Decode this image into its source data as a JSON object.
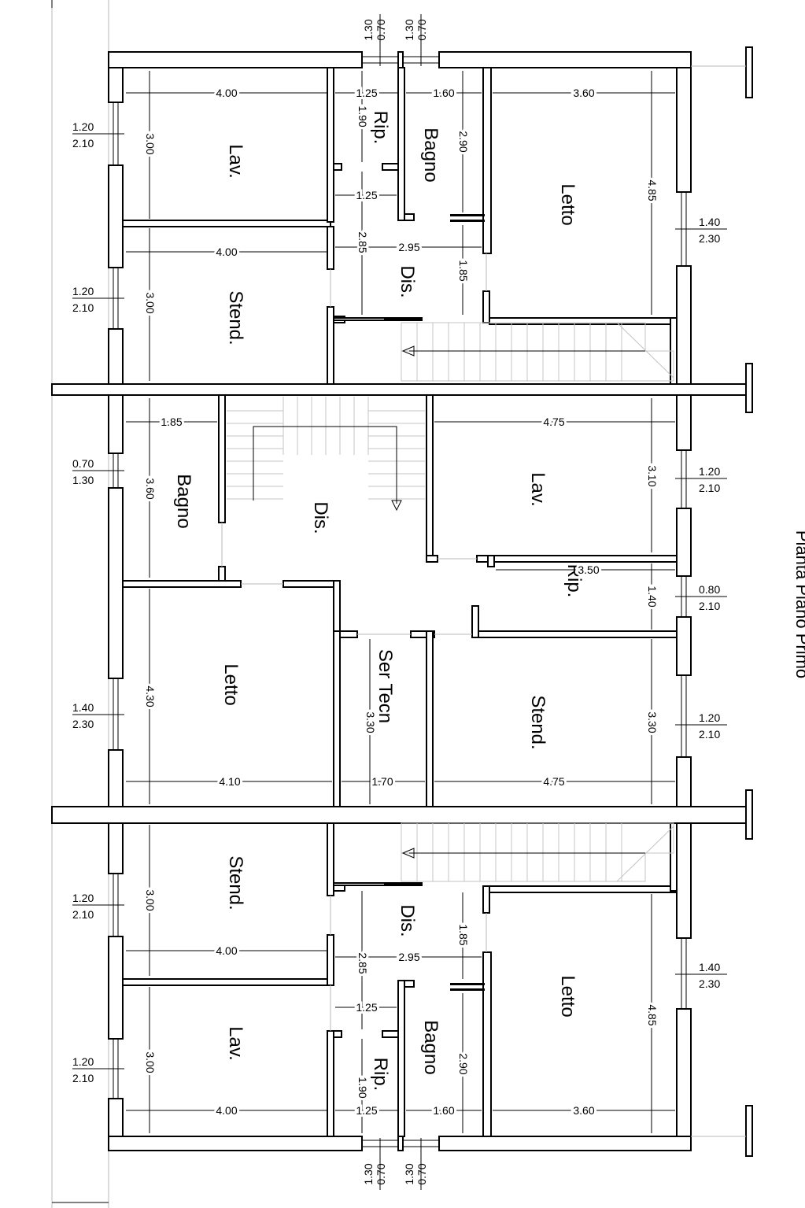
{
  "title": "Pianta Piano Primo",
  "rooms": {
    "top_lav": "Lav.",
    "top_stend": "Stend.",
    "top_rip": "Rip.",
    "top_bagno": "Bagno",
    "top_letto": "Letto",
    "top_dis": "Dis.",
    "mid_bagno": "Bagno",
    "mid_dis": "Dis.",
    "mid_lav": "Lav.",
    "mid_rip": "Rip.",
    "mid_letto": "Letto",
    "mid_ser_tecn": "Ser Tecn",
    "mid_stend": "Stend.",
    "bot_stend": "Stend.",
    "bot_dis": "Dis.",
    "bot_letto": "Letto",
    "bot_lav": "Lav.",
    "bot_bagno": "Bagno",
    "bot_rip": "Rip."
  },
  "dimensions": {
    "t_lav_w": "4.00",
    "t_lav_h": "3.00",
    "t_rip_w": "1.25",
    "t_rip_h": "1.90",
    "t_bagno_w": "1.60",
    "t_bagno_h": "2.90",
    "t_letto_w": "3.60",
    "t_letto_h": "4.85",
    "t_pass_w": "1.25",
    "t_stend_w": "4.00",
    "t_stend_h": "3.00",
    "t_dis_w": "2.95",
    "t_dis_h": "2.85",
    "t_dis_h2": "1.85",
    "m_bagno_w": "1.85",
    "m_bagno_h": "3.60",
    "m_lav_w": "4.75",
    "m_lav_h": "3.10",
    "m_rip_w": "3.50",
    "m_rip_h": "1.40",
    "m_letto_h": "4.30",
    "m_letto_w": "4.10",
    "m_ser_h": "3.30",
    "m_ser_w": "1.70",
    "m_stend_h": "3.30",
    "m_stend_w": "4.75",
    "b_stend_h": "3.00",
    "b_stend_w": "4.00",
    "b_dis_w": "2.95",
    "b_dis_h": "2.85",
    "b_dis_h2": "1.85",
    "b_pass_w": "1.25",
    "b_lav_h": "3.00",
    "b_lav_w": "4.00",
    "b_rip_w": "1.25",
    "b_rip_h": "1.90",
    "b_bagno_w": "1.60",
    "b_bagno_h": "2.90",
    "b_letto_w": "3.60",
    "b_letto_h": "4.85"
  },
  "openings": {
    "top_a_1": "0.70",
    "top_a_2": "1.30",
    "top_b_1": "0.70",
    "top_b_2": "1.30",
    "bot_a_1": "0.70",
    "bot_a_2": "1.30",
    "bot_b_1": "0.70",
    "bot_b_2": "1.30",
    "l1_n": "1.20",
    "l1_d": "2.10",
    "l2_n": "1.20",
    "l2_d": "2.10",
    "l3_n": "0.70",
    "l3_d": "1.30",
    "l4_n": "1.40",
    "l4_d": "2.30",
    "l5_n": "1.20",
    "l5_d": "2.10",
    "l6_n": "1.20",
    "l6_d": "2.10",
    "r1_n": "1.40",
    "r1_d": "2.30",
    "r2_n": "1.20",
    "r2_d": "2.10",
    "r3_n": "0.80",
    "r3_d": "2.10",
    "r4_n": "1.20",
    "r4_d": "2.10",
    "r5_n": "1.40",
    "r5_d": "2.30"
  }
}
